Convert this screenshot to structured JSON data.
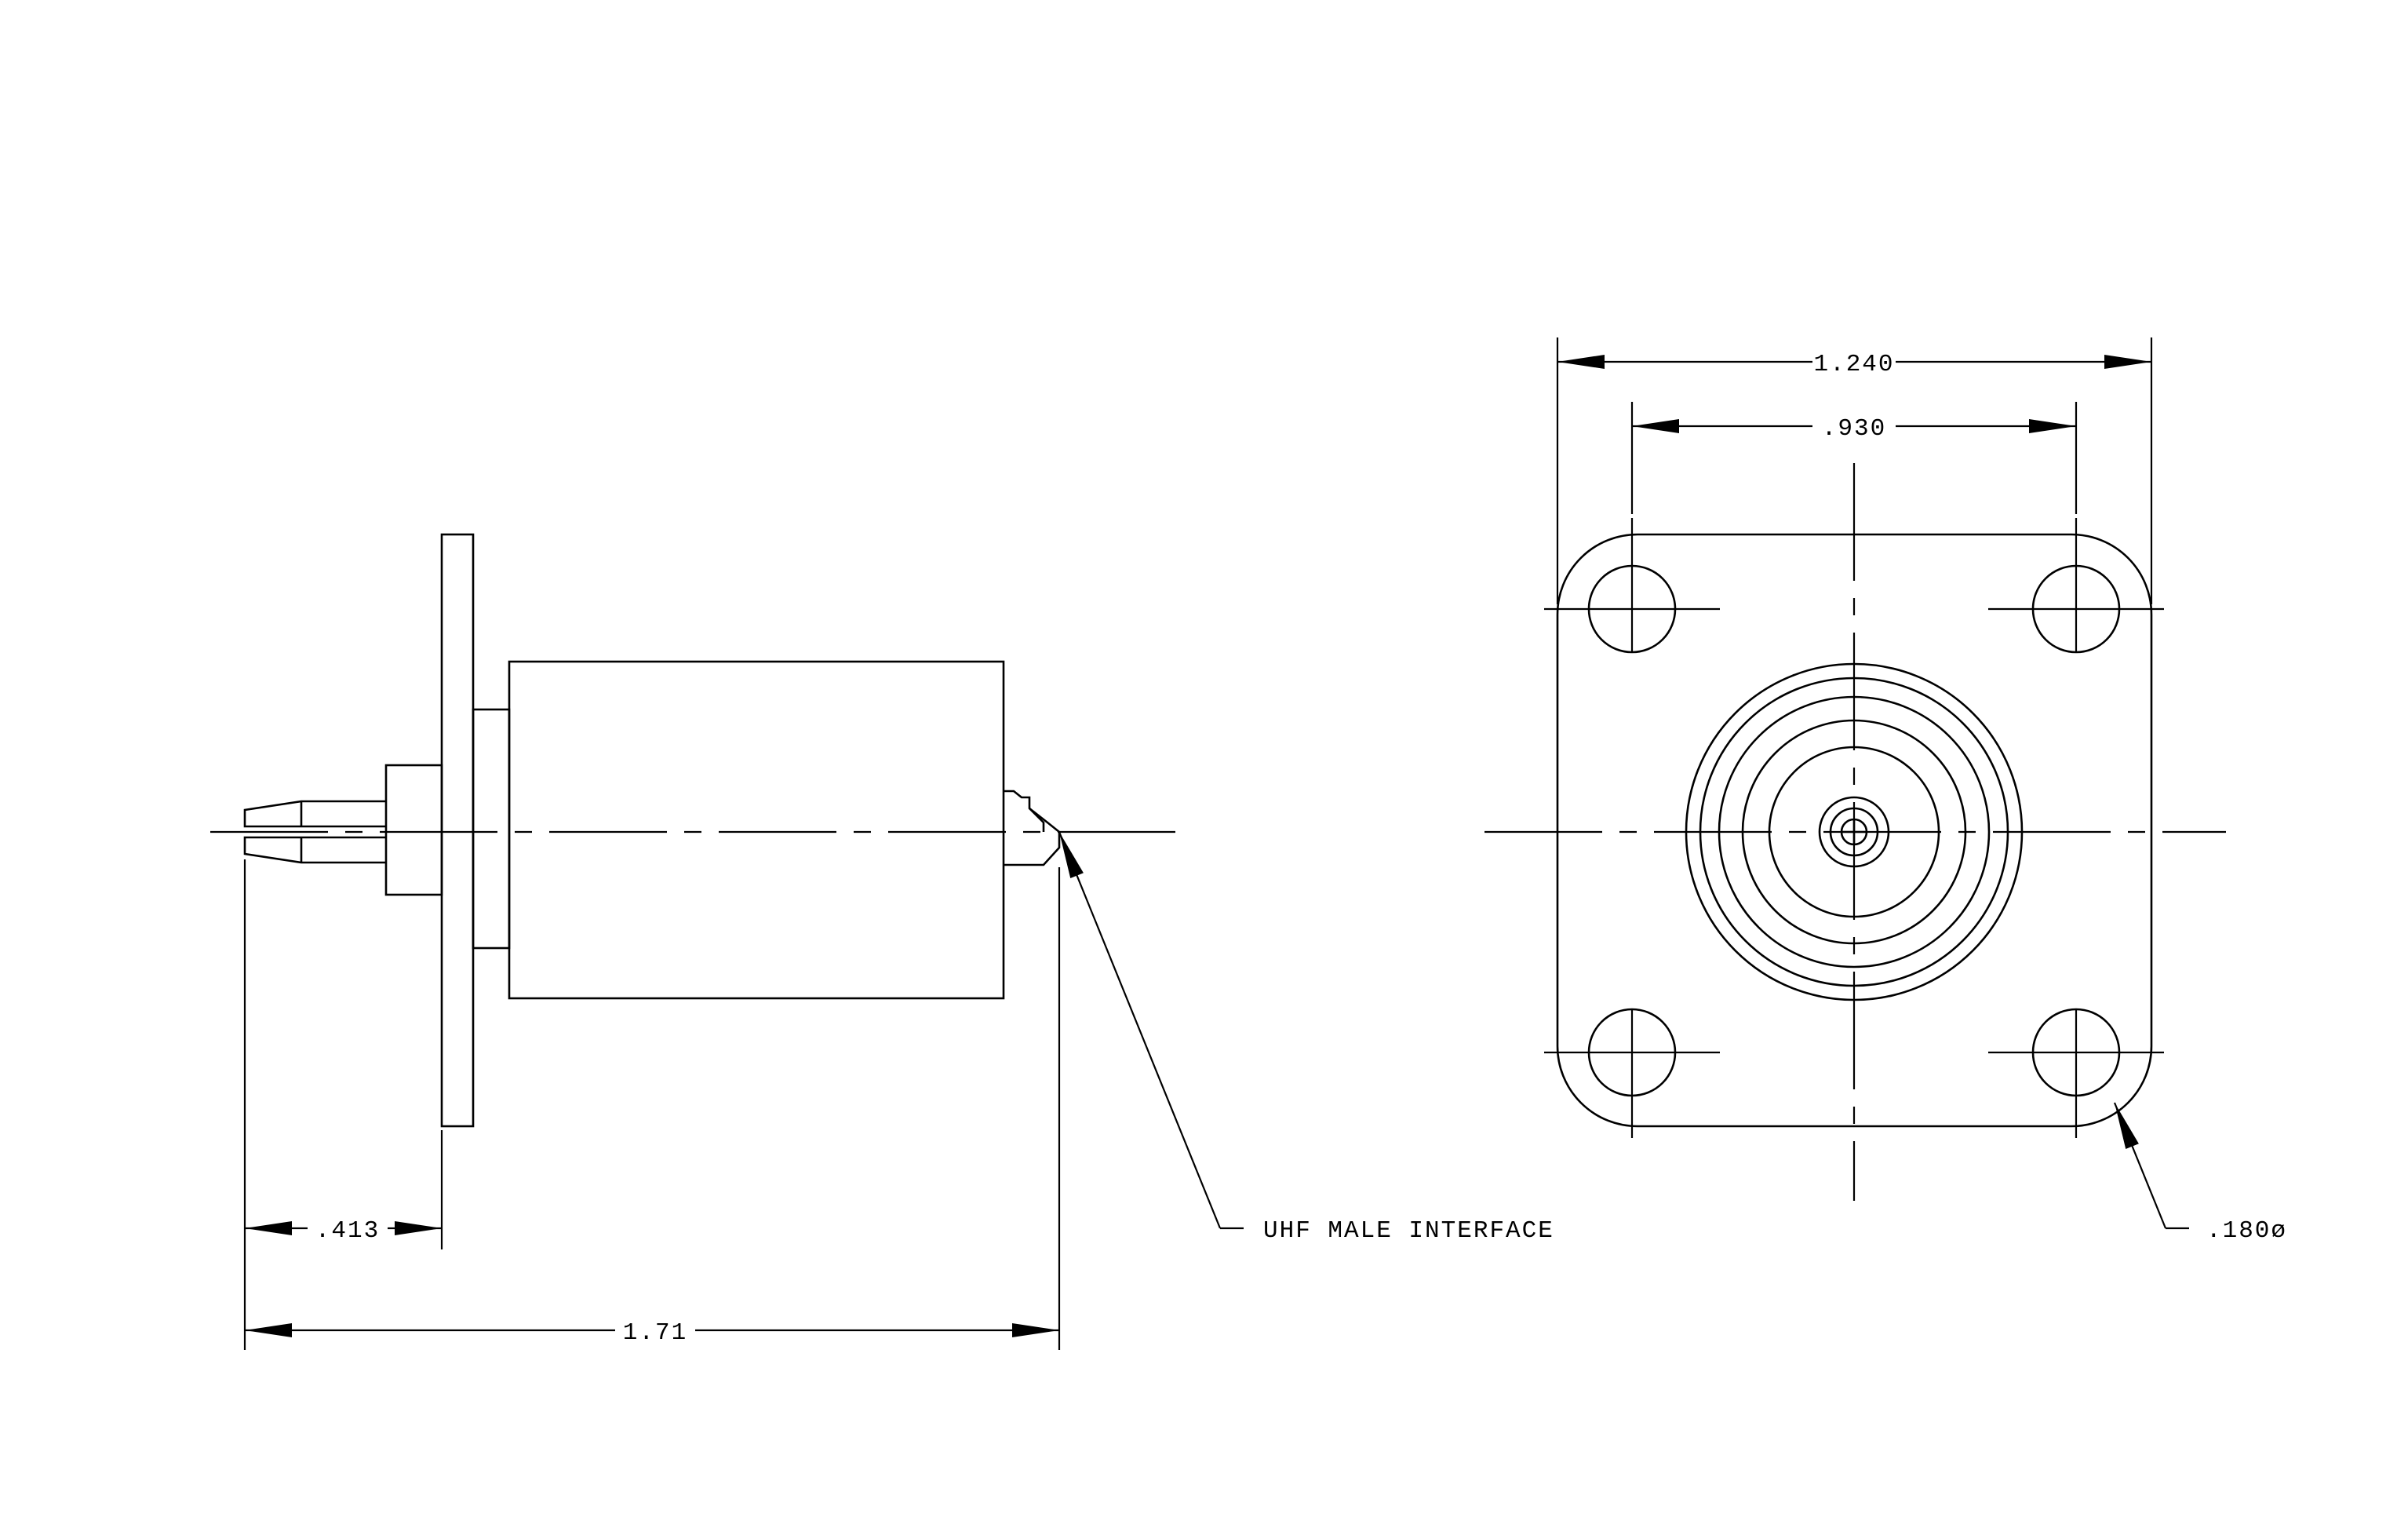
{
  "drawing": {
    "side_view": {
      "dim_flange_to_tip": ".413",
      "dim_overall_length": "1.71",
      "callout_interface": "UHF MALE INTERFACE"
    },
    "front_view": {
      "dim_flange_width": "1.240",
      "dim_hole_spacing": ".930",
      "dim_hole_diameter": ".180ø"
    }
  },
  "colors": {
    "line": "#000000",
    "background": "#ffffff"
  }
}
